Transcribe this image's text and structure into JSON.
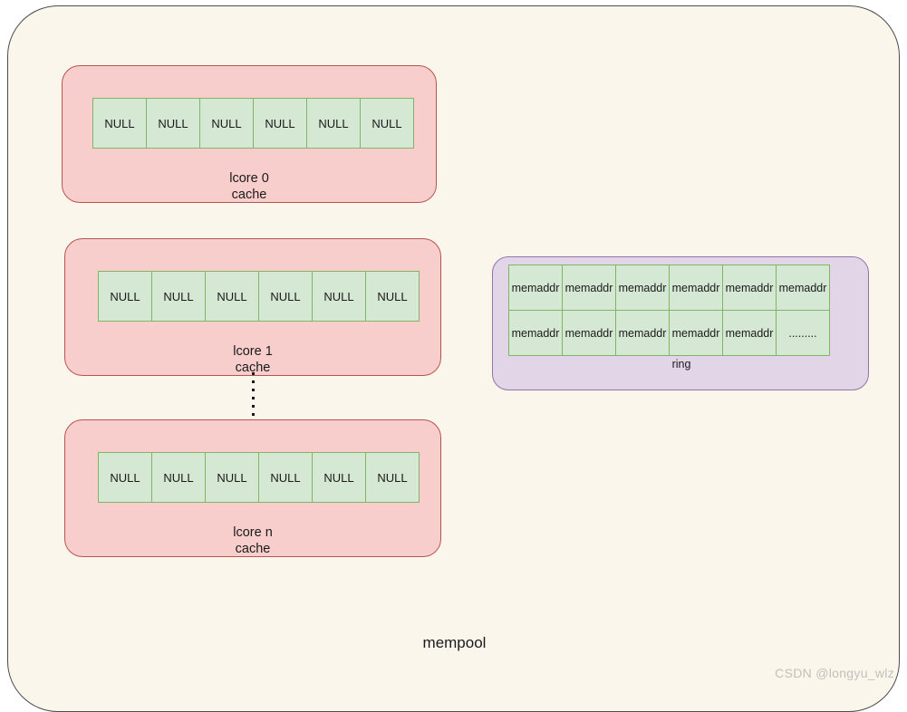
{
  "diagram": {
    "container_label": "mempool",
    "watermark": "CSDN @longyu_wlz",
    "colors": {
      "canvas": "#faf6ec",
      "container_border": "#4d4d4d",
      "lcore_fill": "#f8cecc",
      "lcore_border": "#b85450",
      "cell_fill": "#d5e8d4",
      "cell_border": "#82b366",
      "ring_fill": "#e1d5e7",
      "ring_border": "#9673a6",
      "text": "#1a1a1a",
      "watermark": "#c2c0bb"
    }
  },
  "lcores": [
    {
      "id": "lcore-0",
      "label_line1": "lcore 0",
      "label_line2": "cache",
      "cells": [
        "NULL",
        "NULL",
        "NULL",
        "NULL",
        "NULL",
        "NULL"
      ]
    },
    {
      "id": "lcore-1",
      "label_line1": "lcore 1",
      "label_line2": "cache",
      "cells": [
        "NULL",
        "NULL",
        "NULL",
        "NULL",
        "NULL",
        "NULL"
      ]
    },
    {
      "id": "lcore-n",
      "label_line1": "lcore n",
      "label_line2": "cache",
      "cells": [
        "NULL",
        "NULL",
        "NULL",
        "NULL",
        "NULL",
        "NULL"
      ]
    }
  ],
  "ring": {
    "label": "ring",
    "rows": [
      [
        "memaddr",
        "memaddr",
        "memaddr",
        "memaddr",
        "memaddr",
        "memaddr"
      ],
      [
        "memaddr",
        "memaddr",
        "memaddr",
        "memaddr",
        "memaddr",
        "........."
      ]
    ]
  }
}
